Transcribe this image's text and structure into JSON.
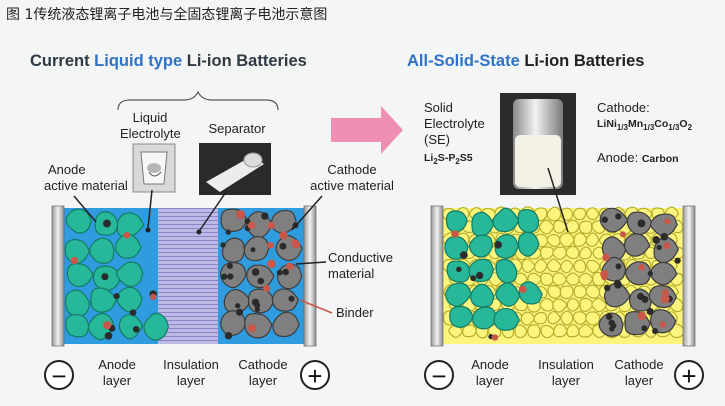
{
  "caption": "图 1传统液态锂离子电池与全固态锂离子电池示意图",
  "left": {
    "title_prefix": "Current ",
    "title_highlight": "Liquid type",
    "title_suffix": " Li-ion Batteries",
    "liquid_electrolyte_line1": "Liquid",
    "liquid_electrolyte_line2": "Electrolyte",
    "separator": "Separator",
    "anode_active_line1": "Anode",
    "anode_active_line2": "active material",
    "cathode_active_line1": "Cathode",
    "cathode_active_line2": "active material",
    "conductive_line1": "Conductive",
    "conductive_line2": "material",
    "binder": "Binder",
    "minus": "−",
    "plus": "+",
    "anode_layer_line1": "Anode",
    "anode_layer_line2": "layer",
    "insulation_layer_line1": "Insulation",
    "insulation_layer_line2": "layer",
    "cathode_layer_line1": "Cathode",
    "cathode_layer_line2": "layer"
  },
  "right": {
    "title_highlight": "All-Solid-State",
    "title_suffix": " Li-ion Batteries",
    "se_line1": "Solid",
    "se_line2": "Electrolyte",
    "se_line3": "(SE)",
    "se_formula": "Li2S-P2S5",
    "cathode_label": "Cathode:",
    "cathode_formula": "LiNi1/3Mn1/3Co1/3O2",
    "anode_label": "Anode:",
    "anode_value": "Carbon",
    "minus": "−",
    "plus": "+",
    "anode_layer_line1": "Anode",
    "anode_layer_line2": "layer",
    "insulation_layer_line1": "Insulation",
    "insulation_layer_line2": "layer",
    "cathode_layer_line1": "Cathode",
    "cathode_layer_line2": "layer"
  },
  "colors": {
    "anode": "#27b89a",
    "cathode": "#7f7f7f",
    "electrolyte": "#2f9ce0",
    "solid_electrolyte": "#fbf57e",
    "separator": "#b7b3e2",
    "conductive": "#2b2b2b",
    "binder": "#c9584a",
    "arrow": "#f08fb4",
    "highlight": "#2e73c8"
  }
}
